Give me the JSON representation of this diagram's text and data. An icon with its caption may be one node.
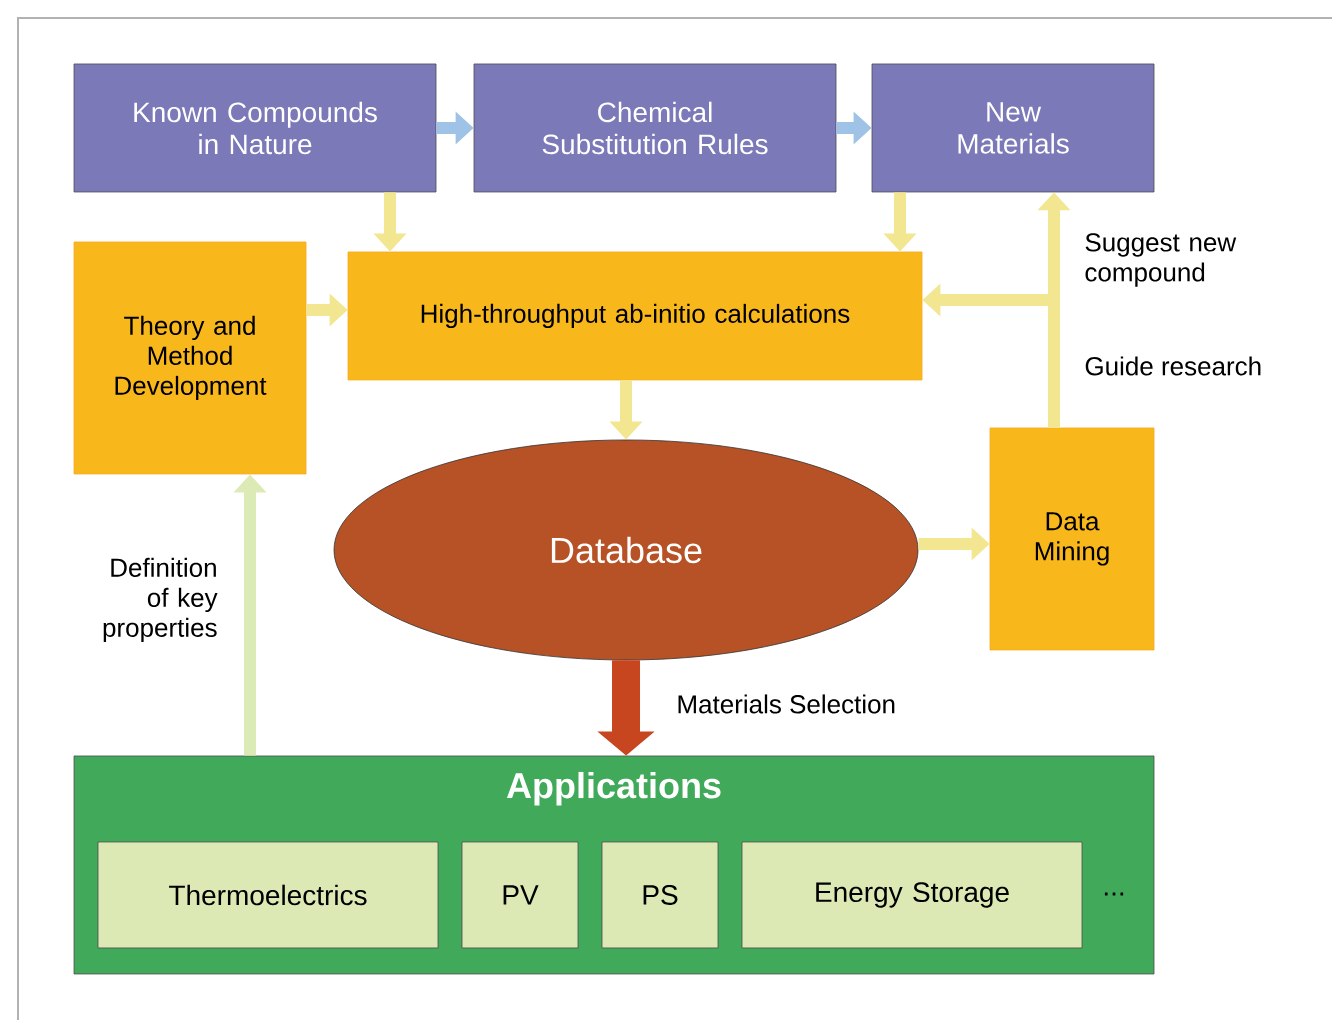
{
  "diagram": {
    "nodes": [
      {
        "text": [
          "Known Compounds in Nature"
        ]
      },
      {
        "text": [
          "Chemical Substitution Rules"
        ]
      },
      {
        "text": [
          "New Materials"
        ]
      },
      {
        "text": [
          "Theory and Method Development"
        ]
      },
      {
        "text": [
          "High-throughput ab-initio calculations"
        ]
      },
      {
        "text": [
          "Database"
        ]
      },
      {
        "text": [
          "Data Mining"
        ]
      },
      {
        "text": [
          "Applications"
        ]
      },
      {
        "text": [
          "Thermoelectrics"
        ],
        "in": 7
      },
      {
        "text": [
          "PV"
        ],
        "in": 7
      },
      {
        "text": [
          "PS"
        ],
        "in": 7
      },
      {
        "text": [
          "Energy Storage"
        ],
        "in": 7
      }
    ],
    "edges": [
      {
        "from": 0,
        "to": 1,
        "arrow": "to",
        "color": "#9fc3e6"
      },
      {
        "from": 1,
        "to": 2,
        "arrow": "to",
        "color": "#9fc3e6"
      },
      {
        "from": 0,
        "to": 4,
        "arrow": "to"
      },
      {
        "from": 2,
        "to": 4,
        "arrow": "to"
      },
      {
        "from": 3,
        "to": 4,
        "arrow": "to"
      },
      {
        "from": 4,
        "to": 5,
        "arrow": "to"
      },
      {
        "from": 5,
        "to": 6,
        "arrow": "to"
      },
      {
        "from": 6,
        "to": 2,
        "arrow": "to",
        "label": "Suggest new compound"
      },
      {
        "from": 6,
        "to": 4,
        "arrow": "to",
        "label": "Guide research"
      },
      {
        "from": 7,
        "to": 3,
        "arrow": "to",
        "label": "Definition of key properties",
        "color": "#dcebb5"
      },
      {
        "from": 5,
        "to": 7,
        "arrow": "to",
        "label": "Materials Selection",
        "style": "thick",
        "color": "#c8461f"
      }
    ],
    "labels": [
      "..."
    ]
  }
}
